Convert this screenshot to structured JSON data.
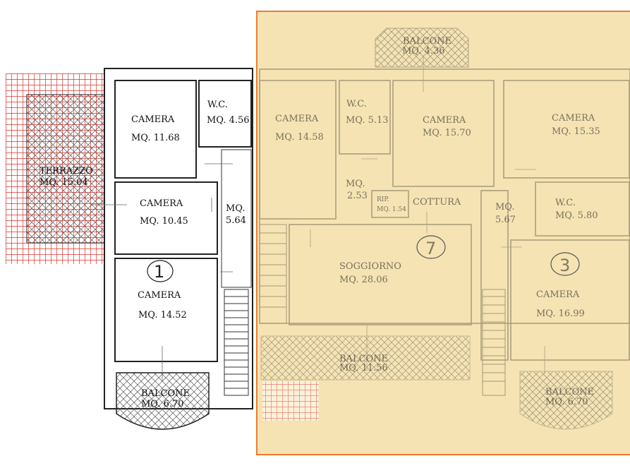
{
  "plan": {
    "left_unit": {
      "unit_number": "1",
      "rooms": [
        {
          "name": "CAMERA",
          "area": "MQ. 11.68"
        },
        {
          "name": "W.C.",
          "area": "MQ. 4.56"
        },
        {
          "name": "TERRAZZO",
          "area": "MQ. 15.04"
        },
        {
          "name": "CAMERA",
          "area": "MQ. 10.45"
        },
        {
          "name": "",
          "area": "MQ."
        },
        {
          "name": "",
          "area": "5.64"
        },
        {
          "name": "CAMERA",
          "area": "MQ. 14.52"
        },
        {
          "name": "BALCONE",
          "area": "MQ. 6.70"
        }
      ]
    },
    "right_unit": {
      "units": [
        "7",
        "3"
      ],
      "rooms": [
        {
          "name": "BALCONE",
          "area": "MQ. 4.36"
        },
        {
          "name": "CAMERA",
          "area": "MQ. 14.58"
        },
        {
          "name": "W.C.",
          "area": "MQ. 5.13"
        },
        {
          "name": "CAMERA",
          "area": "MQ. 15.70"
        },
        {
          "name": "CAMERA",
          "area": "MQ. 15.35"
        },
        {
          "name": "MQ.",
          "area": "2.53"
        },
        {
          "name": "RIP.",
          "area": "MQ. 1.54"
        },
        {
          "name": "COTTURA",
          "area": ""
        },
        {
          "name": "MQ.",
          "area": "5.67"
        },
        {
          "name": "W.C.",
          "area": "MQ. 5.80"
        },
        {
          "name": "SOGGIORNO",
          "area": "MQ. 28.06"
        },
        {
          "name": "CAMERA",
          "area": "MQ. 16.99"
        },
        {
          "name": "BALCONE",
          "area": "MQ. 11.56"
        },
        {
          "name": "BALCONE",
          "area": "MQ. 6.70"
        }
      ]
    },
    "highlight_color": "#f5e3b3",
    "highlight_border": "#ee7c2e",
    "terrace_color": "#d9342b"
  }
}
